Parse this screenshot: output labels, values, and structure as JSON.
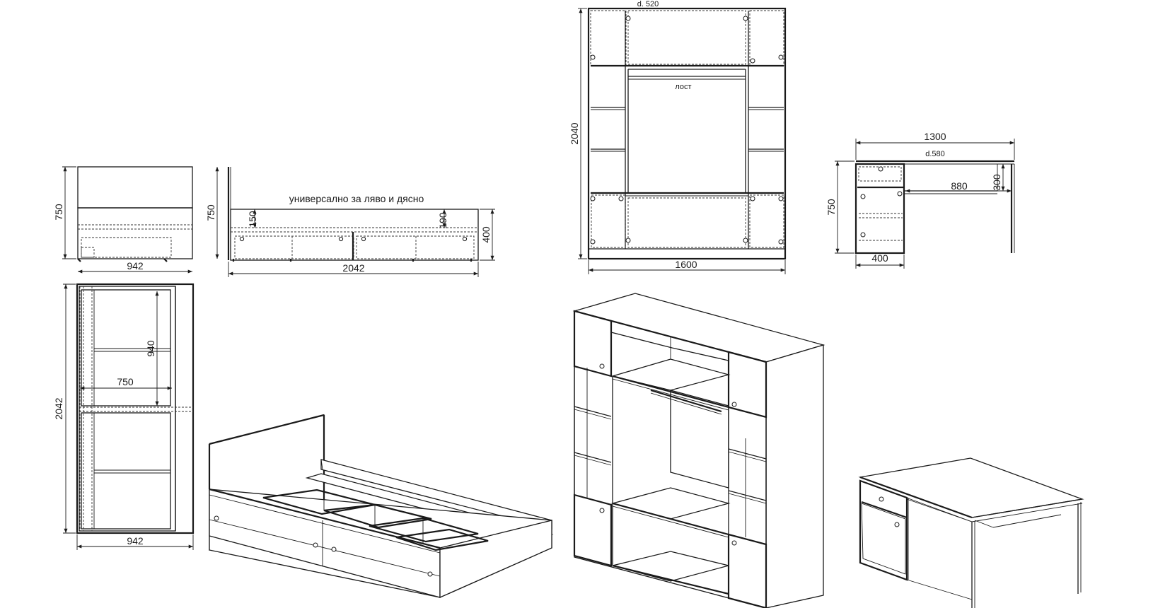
{
  "bed": {
    "front_height": "750",
    "front_width": "942",
    "side_height": "750",
    "drawer_height": "400",
    "length": "2042",
    "gap_150": "150",
    "gap_190": "190",
    "note": "универсално за ляво и дясно"
  },
  "wardrobe_left": {
    "height": "2042",
    "width": "942",
    "shelf_height": "940",
    "inner_width": "750"
  },
  "wardrobe": {
    "depth": "d. 520",
    "height": "2040",
    "width": "1600",
    "rail_label": "лост"
  },
  "desk": {
    "width": "1300",
    "depth": "d.580",
    "height": "750",
    "opening": "880",
    "drawer_depth": "300",
    "cabinet_width": "400"
  }
}
